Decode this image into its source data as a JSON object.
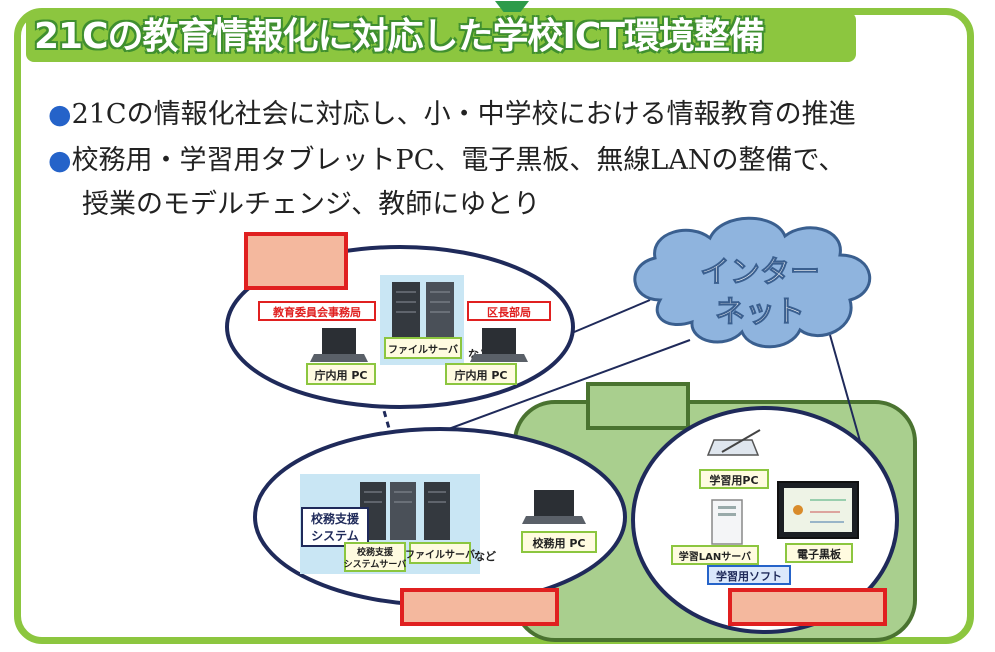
{
  "title": "21Cの教育情報化に対応した学校ICT環境整備",
  "bullets": [
    "21Cの情報化社会に対応し、小・中学校における情報教育の推進",
    "校務用・学習用タブレットPC、電子黒板、無線LANの整備で、"
  ],
  "bullet_continuation": "授業のモデルチェンジ、教師にゆとり",
  "bullet_marker": "●",
  "diagram": {
    "cloud": {
      "line1": "インター",
      "line2": "ネット"
    },
    "office": {
      "tag_left": "教育委員会事務局",
      "tag_right": "区長部局",
      "server_label": "ファイルサーバ",
      "nado": "など",
      "pc_left": "庁内用 PC",
      "pc_right": "庁内用 PC"
    },
    "school_admin": {
      "label_box": "校務支援\nシステム",
      "server1": "校務支援\nシステムサーバ",
      "server2": "ファイルサーバ",
      "nado": "など",
      "pc": "校務用 PC"
    },
    "classroom": {
      "tablet": "学習用PC",
      "lan_server": "学習LANサーバ",
      "board": "電子黒板",
      "software": "学習用ソフト"
    }
  },
  "colors": {
    "frame": "#8cc63f",
    "title_bg": "#8cc63f",
    "bullet_dot": "#2563c9",
    "cloud": "#8fb4de",
    "school_bg": "#a9cf8e",
    "ellipse_stroke": "#1f2a5a",
    "red_label": "#e02020",
    "salmon_box": "#f4b89e"
  }
}
